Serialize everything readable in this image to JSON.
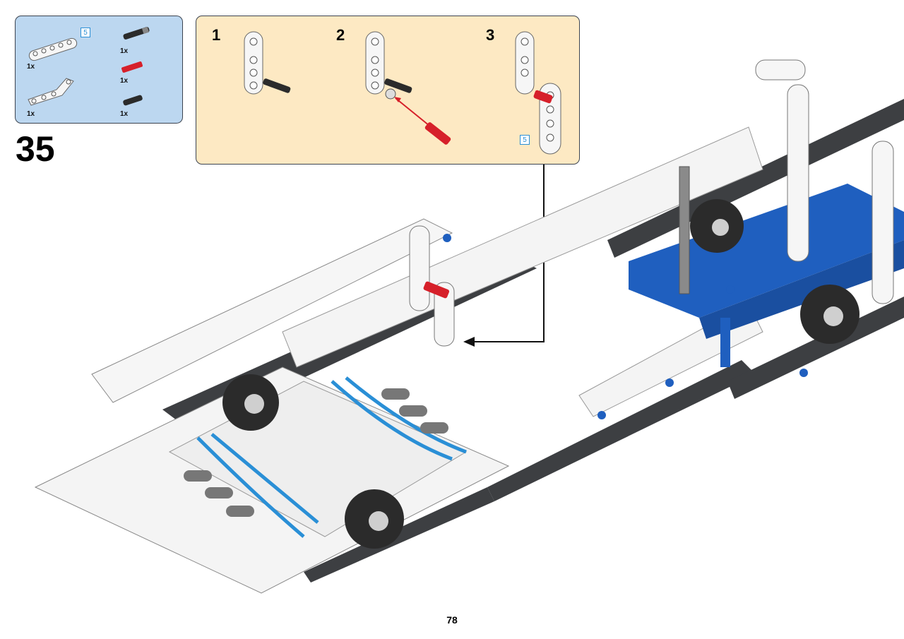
{
  "step": {
    "number": "35"
  },
  "parts_list": [
    {
      "name": "beam-5-icon",
      "qty": "1x",
      "length_badge": "5"
    },
    {
      "name": "axle-pin-black-icon",
      "qty": "1x"
    },
    {
      "name": "axle-pin-red-icon",
      "qty": "1x"
    },
    {
      "name": "angled-beam-icon",
      "qty": "1x"
    },
    {
      "name": "friction-pin-black-icon",
      "qty": "1x"
    }
  ],
  "sub_steps": [
    {
      "label": "1"
    },
    {
      "label": "2"
    },
    {
      "label": "3",
      "length_badge": "5"
    }
  ],
  "page": {
    "number": "78"
  },
  "colors": {
    "parts_box_bg": "#bcd7f0",
    "substep_box_bg": "#fde9c3",
    "lego_blue": "#1f5fbf",
    "lego_red": "#d6202a",
    "dark_gray": "#3d3f42",
    "white_part": "#f4f4f4"
  }
}
